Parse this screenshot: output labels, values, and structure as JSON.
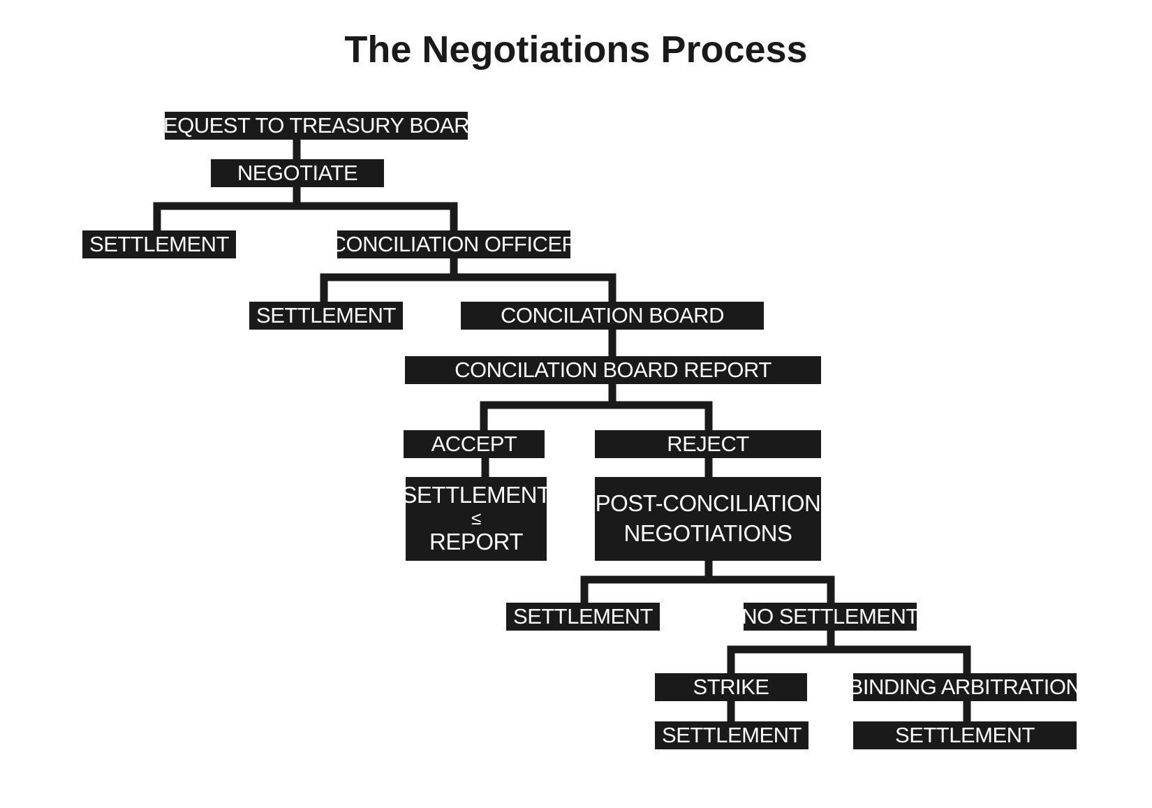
{
  "title": "The Negotiations Process",
  "nodes": {
    "request": "REQUEST TO TREASURY BOARD",
    "negotiate": "NEGOTIATE",
    "settlement_1": "SETTLEMENT",
    "conciliation_officer": "CONCILIATION OFFICER",
    "settlement_2": "SETTLEMENT",
    "conciliation_board": "CONCILATION BOARD",
    "conciliation_board_report": "CONCILATION BOARD REPORT",
    "accept": "ACCEPT",
    "reject": "REJECT",
    "settlement_report": {
      "line1": "SETTLEMENT",
      "symbol": "≤",
      "line2": "REPORT"
    },
    "post_conciliation": {
      "line1": "POST-CONCILIATION",
      "line2": "NEGOTIATIONS"
    },
    "settlement_3": "SETTLEMENT",
    "no_settlement": "NO SETTLEMENT",
    "strike": "STRIKE",
    "binding_arbitration": "BINDING ARBITRATION",
    "settlement_strike": "SETTLEMENT",
    "settlement_arbitration": "SETTLEMENT"
  },
  "colors": {
    "box": "#1a1a1a",
    "text": "#ffffff",
    "connector": "#1a1a1a",
    "background": "#ffffff"
  }
}
